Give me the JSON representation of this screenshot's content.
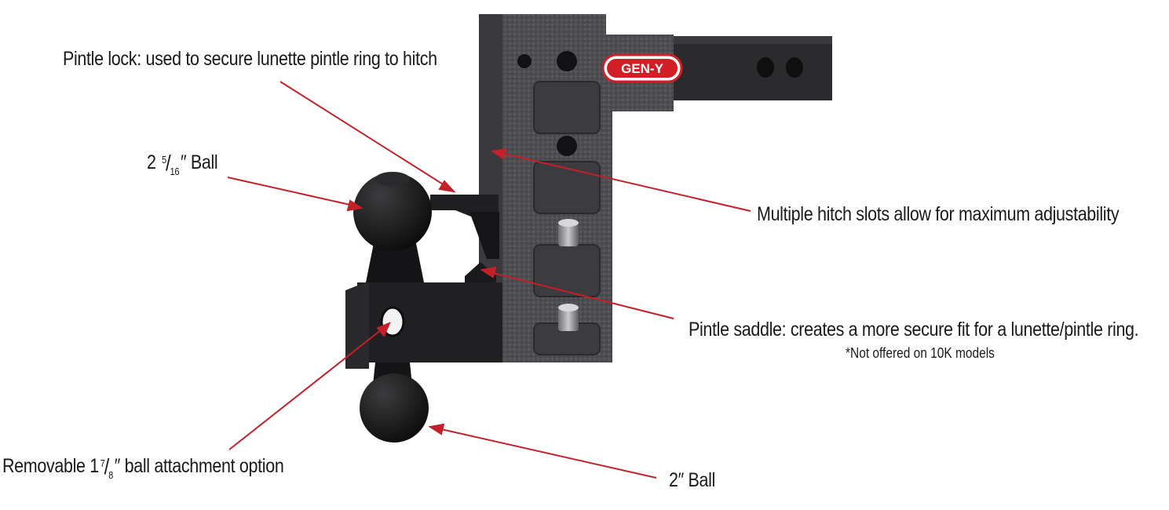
{
  "brand": {
    "logo_text": "GEN-Y",
    "logo_color": "#d21f26"
  },
  "colors": {
    "arrow": "#c4202a",
    "metal": "#4a4a4e",
    "black_part": "#1c1c1e"
  },
  "callouts": {
    "pintle_lock": "Pintle lock: used to secure lunette pintle ring to hitch",
    "ball_large": {
      "whole": "2",
      "num": "5",
      "den": "16",
      "suffix": "″ Ball"
    },
    "hitch_slots": "Multiple hitch slots allow for maximum adjustability",
    "pintle_saddle": "Pintle saddle: creates a more secure fit for a lunette/pintle ring.",
    "saddle_note": "*Not offered on 10K models",
    "removable": {
      "prefix": "Removable 1",
      "num": "7",
      "den": "8",
      "suffix": "″ ball attachment option"
    },
    "ball_small": "2″ Ball"
  }
}
